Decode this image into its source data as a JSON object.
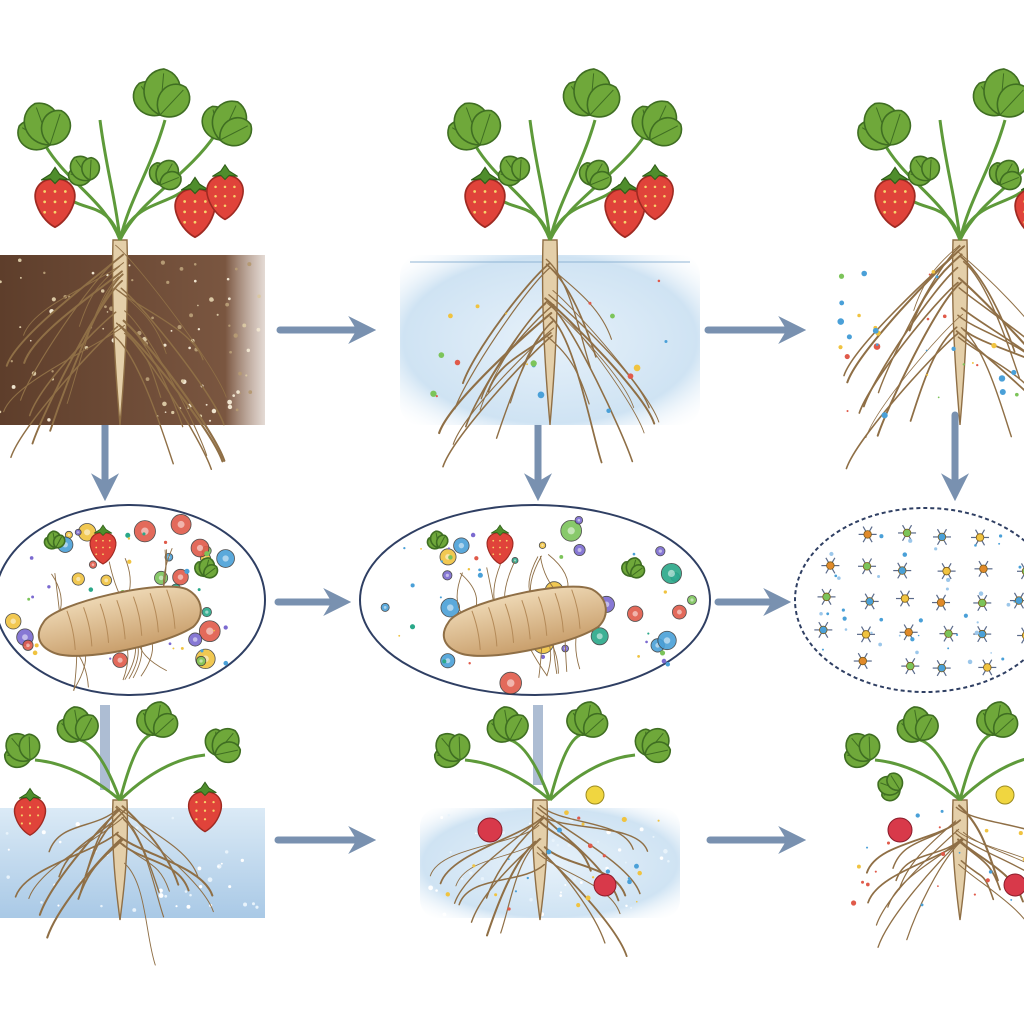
{
  "diagram": {
    "rows": 3,
    "columns": 3,
    "colors": {
      "arrow": "#6b86a8",
      "leaf": "#6fa83a",
      "leaf_dark": "#3f6e22",
      "stem": "#5e9a3a",
      "strawberry": "#e0433a",
      "root": "#c9a97a",
      "root_dark": "#8f6f46",
      "soil": "#6b4a35",
      "water": "#cfe3f3",
      "ellipse_stroke": "#2f3f63"
    },
    "panels": [
      {
        "row": 0,
        "col": 0,
        "kind": "plant-with-roots",
        "background": "soil",
        "fruit": true
      },
      {
        "row": 0,
        "col": 1,
        "kind": "plant-with-roots",
        "background": "water",
        "fruit": true
      },
      {
        "row": 0,
        "col": 2,
        "kind": "plant-with-roots",
        "background": "none",
        "fruit": true
      },
      {
        "row": 1,
        "col": 0,
        "kind": "microbe-ellipse",
        "contents": "root-with-microbes"
      },
      {
        "row": 1,
        "col": 1,
        "kind": "microbe-ellipse",
        "contents": "root-with-microbes"
      },
      {
        "row": 1,
        "col": 2,
        "kind": "microbe-ellipse",
        "contents": "scattered-microbes"
      },
      {
        "row": 2,
        "col": 0,
        "kind": "seedling-with-roots",
        "background": "water",
        "fruit": true
      },
      {
        "row": 2,
        "col": 1,
        "kind": "seedling-with-roots",
        "background": "water",
        "fruit": false
      },
      {
        "row": 2,
        "col": 2,
        "kind": "seedling-with-roots",
        "background": "none",
        "fruit": false
      }
    ],
    "arrows": [
      {
        "from": "r0c0",
        "to": "r0c1",
        "direction": "right"
      },
      {
        "from": "r0c1",
        "to": "r0c2",
        "direction": "right"
      },
      {
        "from": "r1c0",
        "to": "r1c1",
        "direction": "right"
      },
      {
        "from": "r1c1",
        "to": "r1c2",
        "direction": "right"
      },
      {
        "from": "r2c0",
        "to": "r2c1",
        "direction": "right"
      },
      {
        "from": "r2c1",
        "to": "r2c2",
        "direction": "right"
      },
      {
        "from": "r0c0",
        "to": "r1c0",
        "direction": "down"
      },
      {
        "from": "r0c1",
        "to": "r1c1",
        "direction": "down"
      },
      {
        "from": "r0c2",
        "to": "r1c2",
        "direction": "down"
      },
      {
        "from": "r1c0",
        "to": "r2c0",
        "direction": "connector"
      },
      {
        "from": "r1c1",
        "to": "r2c1",
        "direction": "connector"
      }
    ]
  }
}
